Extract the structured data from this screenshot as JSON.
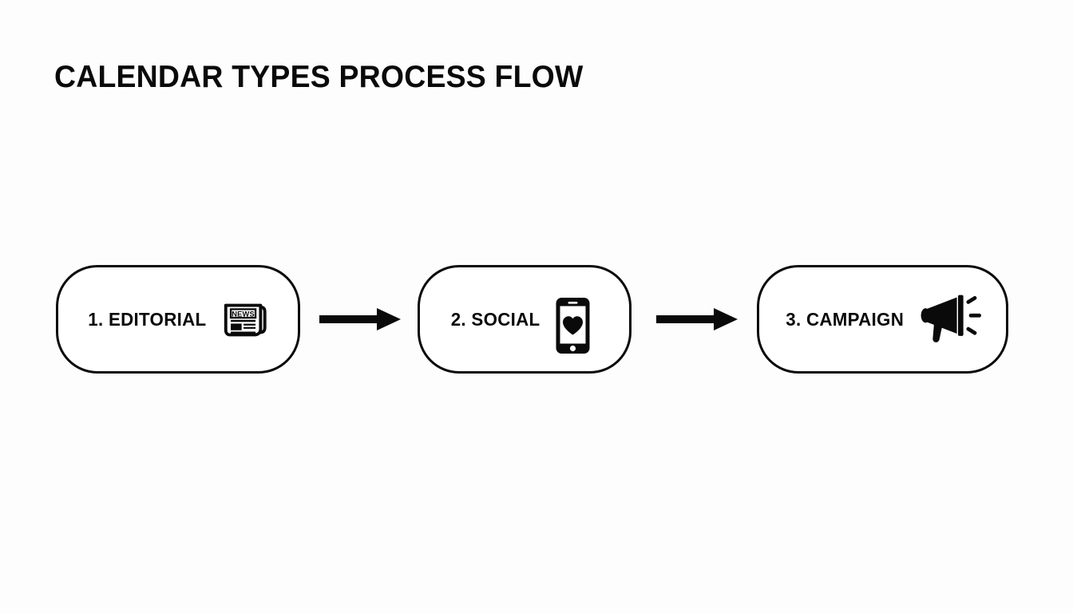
{
  "page": {
    "title": "CALENDAR TYPES PROCESS FLOW",
    "background_color": "#fdfdfd",
    "ink_color": "#0a0a0a"
  },
  "diagram": {
    "type": "process-flow",
    "orientation": "horizontal",
    "step_count": 3,
    "steps": [
      {
        "label": "1. EDITORIAL",
        "number": "1",
        "name": "EDITORIAL",
        "icon": "newspaper-icon",
        "icon_text": "NEWS"
      },
      {
        "label": "2. SOCIAL",
        "number": "2",
        "name": "SOCIAL",
        "icon": "smartphone-heart-icon",
        "icon_text": ""
      },
      {
        "label": "3. CAMPAIGN",
        "number": "3",
        "name": "CAMPAIGN",
        "icon": "megaphone-icon",
        "icon_text": ""
      }
    ],
    "connectors": [
      {
        "icon": "arrow-right-icon",
        "from": "1. EDITORIAL",
        "to": "2. SOCIAL"
      },
      {
        "icon": "arrow-right-icon",
        "from": "2. SOCIAL",
        "to": "3. CAMPAIGN"
      }
    ]
  }
}
